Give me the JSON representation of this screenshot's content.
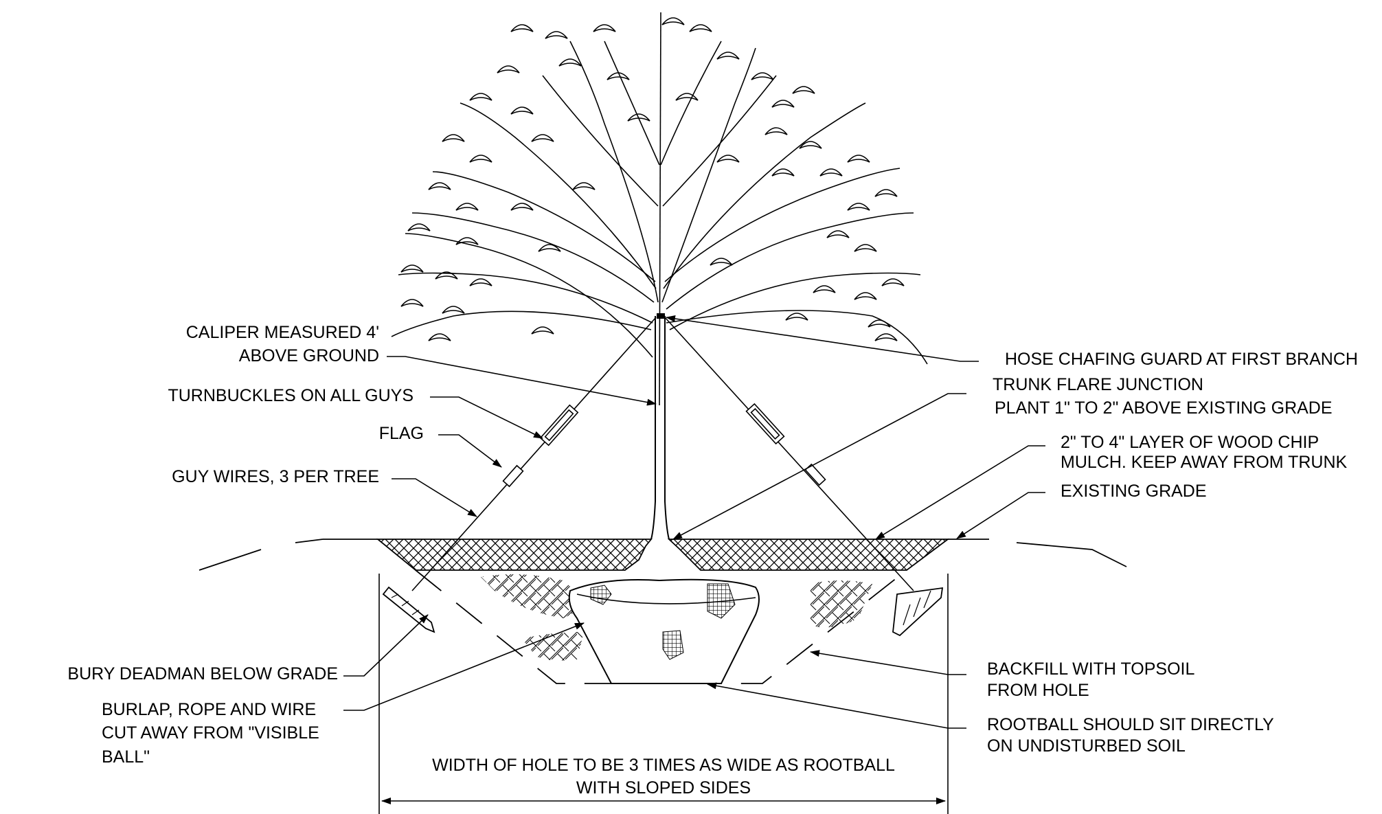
{
  "labels": {
    "caliper_1": "CALIPER MEASURED 4'",
    "caliper_2": "ABOVE GROUND",
    "turnbuckles": "TURNBUCKLES ON ALL GUYS",
    "flag": "FLAG",
    "guy_wires": "GUY WIRES, 3 PER TREE",
    "deadman": "BURY DEADMAN BELOW GRADE",
    "burlap_1": "BURLAP, ROPE AND WIRE",
    "burlap_2": "CUT AWAY FROM \"VISIBLE",
    "burlap_3": "BALL\"",
    "hose": "HOSE CHAFING GUARD AT FIRST BRANCH",
    "trunk_flare_1": "TRUNK FLARE JUNCTION",
    "trunk_flare_2": "PLANT 1\" TO 2\" ABOVE EXISTING GRADE",
    "mulch_1": "2\" TO 4\" LAYER OF WOOD CHIP",
    "mulch_2": "MULCH.  KEEP AWAY FROM TRUNK",
    "existing_grade": "EXISTING GRADE",
    "backfill_1": "BACKFILL WITH TOPSOIL",
    "backfill_2": "FROM HOLE",
    "rootball_1": "ROOTBALL SHOULD SIT DIRECTLY",
    "rootball_2": "ON UNDISTURBED SOIL",
    "width_1": "WIDTH OF HOLE TO BE 3 TIMES AS WIDE AS ROOTBALL",
    "width_2": "WITH SLOPED SIDES"
  },
  "colors": {
    "line": "#000000",
    "background": "#ffffff"
  }
}
